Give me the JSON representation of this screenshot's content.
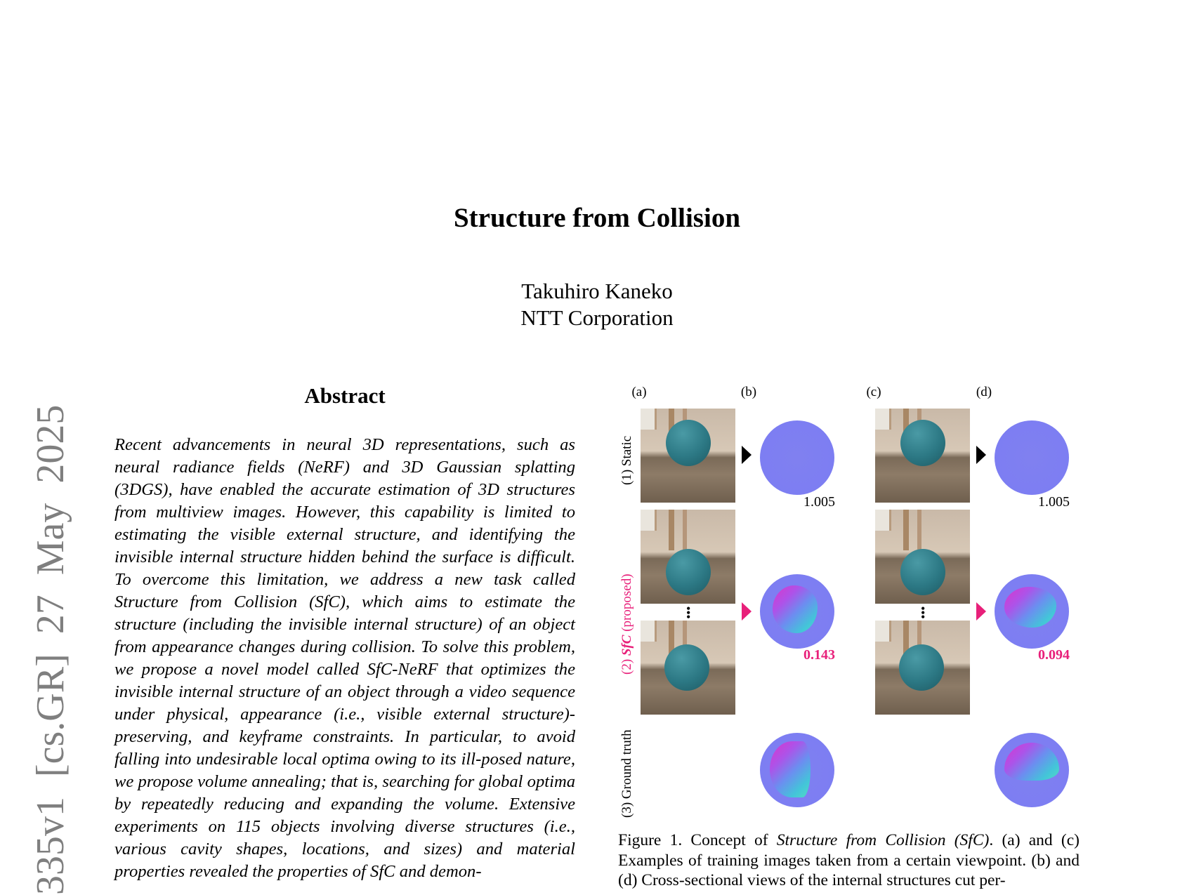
{
  "paper": {
    "title": "Structure from Collision",
    "author": "Takuhiro Kaneko",
    "affiliation": "NTT Corporation",
    "arxiv_stamp": "335v1  [cs.GR]  27 May 2025"
  },
  "abstract": {
    "heading": "Abstract",
    "text": "Recent advancements in neural 3D representations, such as neural radiance fields (NeRF) and 3D Gaussian splatting (3DGS), have enabled the accurate estimation of 3D structures from multiview images. However, this capability is limited to estimating the visible external structure, and identifying the invisible internal structure hidden behind the surface is difficult. To overcome this limitation, we address a new task called Structure from Collision (SfC), which aims to estimate the structure (including the invisible internal structure) of an object from appearance changes during collision.  To solve this problem, we propose a novel model called SfC-NeRF that optimizes the invisible internal structure of an object through a video sequence under physical, appearance (i.e., visible external structure)-preserving, and keyframe constraints. In particular, to avoid falling into undesirable local optima owing to its ill-posed nature, we propose volume annealing; that is, searching for global optima by repeatedly reducing and expanding the volume.  Extensive experiments on 115 objects involving diverse structures (i.e., various cavity shapes, locations, and sizes) and material properties revealed the properties of SfC and demon-"
  },
  "figure": {
    "column_labels": [
      "(a)",
      "(b)",
      "(c)",
      "(d)"
    ],
    "row_labels": {
      "static": "(1) Static",
      "sfc_prefix": "(2) ",
      "sfc_name": "SfC",
      "sfc_suffix": " (proposed)",
      "ground_truth": "(3) Ground truth"
    },
    "scores": {
      "static_b": "1.005",
      "static_d": "1.005",
      "sfc_b": "0.143",
      "sfc_d": "0.094"
    },
    "ellipsis": "⋮",
    "accent_color": "#e8207a",
    "caption": {
      "prefix": "Figure 1.  Concept of ",
      "italic": "Structure from Collision (SfC)",
      "rest": ". (a) and (c) Examples of training images taken from a certain viewpoint.  (b) and (d) Cross-sectional views of the internal structures cut per-"
    }
  }
}
